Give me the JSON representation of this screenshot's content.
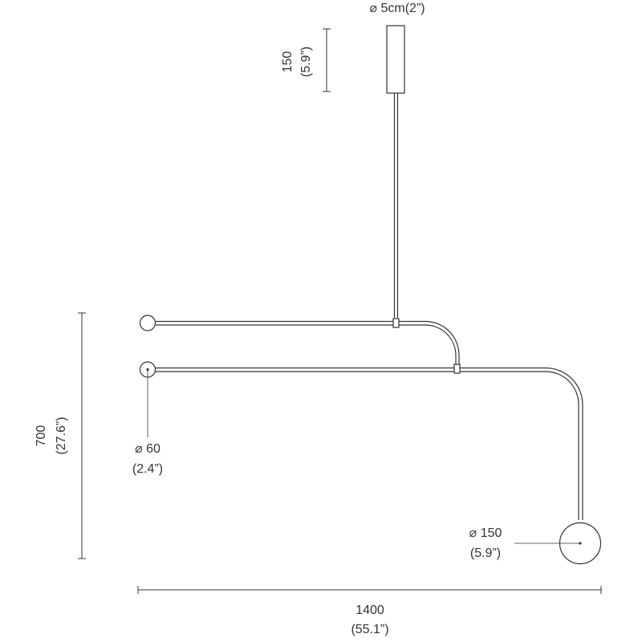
{
  "canopy": {
    "diameter_label": "⌀ 5cm(2”)",
    "height_mm": "150",
    "height_in": "(5.9”)"
  },
  "overall": {
    "height_mm": "700",
    "height_in": "(27.6”)",
    "width_mm": "1400",
    "width_in": "(55.1”)"
  },
  "small_globe": {
    "diameter_mm": "⌀ 60",
    "diameter_in": "(2.4”)"
  },
  "large_globe": {
    "diameter_mm": "⌀ 150",
    "diameter_in": "(5.9”)"
  }
}
